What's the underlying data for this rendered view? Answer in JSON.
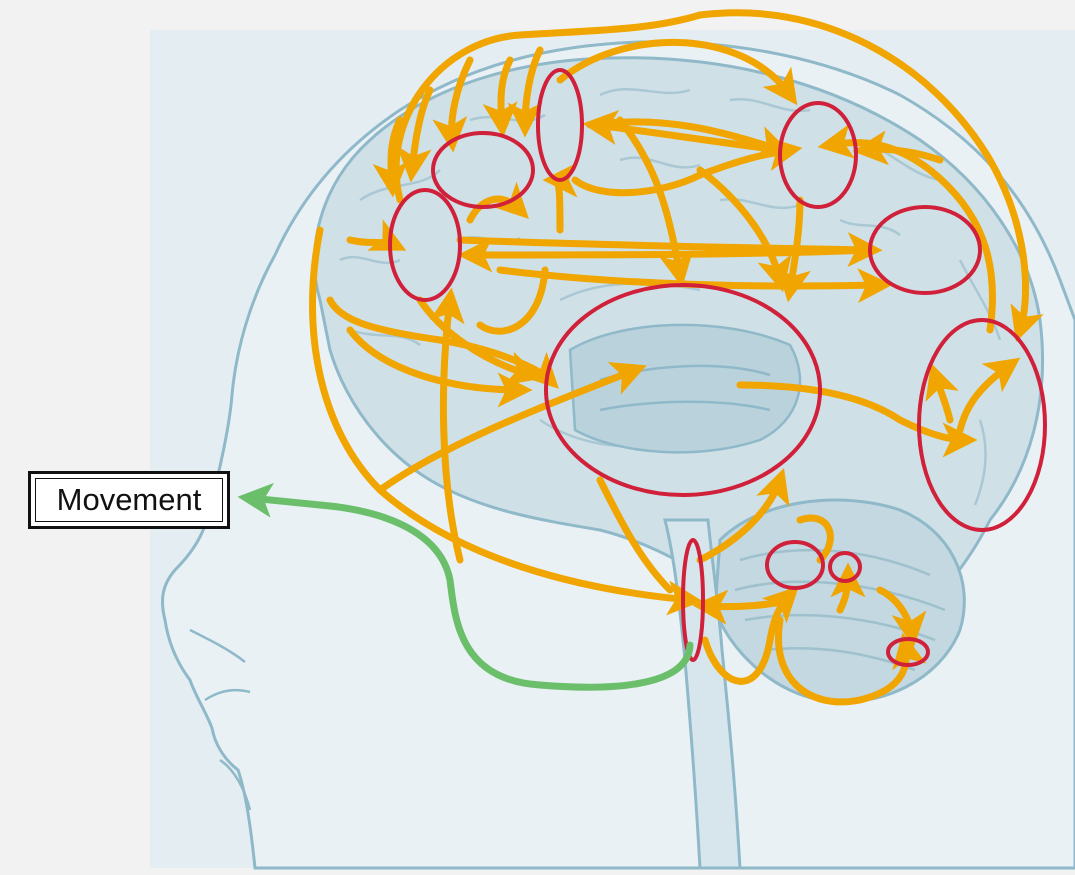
{
  "diagram": {
    "output_label": "Movement"
  },
  "colors": {
    "background": "#f2f2f2",
    "panel": "#e4edf2",
    "anatomy_outline": "#8fb9c9",
    "anatomy_fill": "#cfe0e7",
    "pathway_arrows": "#f0a500",
    "region_outlines": "#d0203a",
    "output_arrow": "#6bbf6b"
  },
  "icons": [
    "head-silhouette",
    "brain-illustration",
    "region-ellipse",
    "pathway-arrow",
    "output-arrow"
  ]
}
